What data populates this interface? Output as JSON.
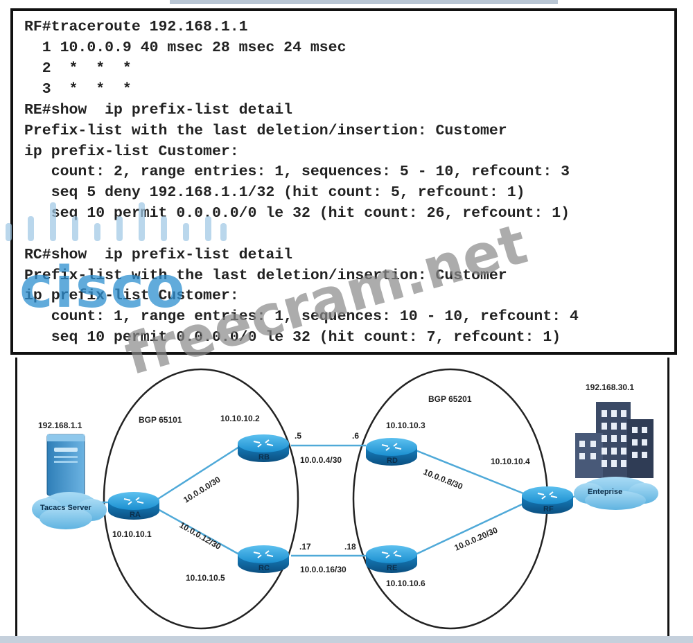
{
  "cli": {
    "lines": [
      "RF#traceroute 192.168.1.1",
      "  1 10.0.0.9 40 msec 28 msec 24 msec",
      "  2  *  *  *",
      "  3  *  *  *",
      "RE#show  ip prefix-list detail",
      "Prefix-list with the last deletion/insertion: Customer",
      "ip prefix-list Customer:",
      "   count: 2, range entries: 1, sequences: 5 - 10, refcount: 3",
      "   seq 5 deny 192.168.1.1/32 (hit count: 5, refcount: 1)",
      "   seq 10 permit 0.0.0.0/0 le 32 (hit count: 26, refcount: 1)",
      "RC#show  ip prefix-list detail",
      "Prefix-list with the last deletion/insertion: Customer",
      "ip prefix-list Customer:",
      "   count: 1, range entries: 1, sequences: 10 - 10, refcount: 4",
      "   seq 10 permit 0.0.0.0/0 le 32 (hit count: 7, refcount: 1)"
    ]
  },
  "diagram": {
    "as_left": "BGP 65101",
    "as_right": "BGP 65201",
    "server_ip": "192.168.1.1",
    "server_label": "Tacacs Server",
    "enterprise_ip": "192.168.30.1",
    "enterprise_label": "Enteprise",
    "routers": {
      "ra": {
        "label": "RA",
        "id": "10.10.10.1"
      },
      "rb": {
        "label": "RB",
        "id": "10.10.10.2"
      },
      "rc": {
        "label": "RC",
        "id": "10.10.10.5"
      },
      "rd": {
        "label": "RD",
        "id": "10.10.10.3"
      },
      "re": {
        "label": "RE",
        "id": "10.10.10.6"
      },
      "rf": {
        "label": "RF",
        "id": "10.10.10.4"
      }
    },
    "links": {
      "ra_rb": "10.0.0.0/30",
      "ra_rc": "10.0.0.12/30",
      "rb_rd": "10.0.0.4/30",
      "rc_re": "10.0.0.16/30",
      "rd_rf": "10.0.0.8/30",
      "re_rf": "10.0.0.20/30"
    },
    "if": {
      "rb": ".5",
      "rd": ".6",
      "rc": ".17",
      "re": ".18"
    }
  },
  "watermark": {
    "logo": "cisco",
    "site": "freecram.net"
  },
  "colors": {
    "router": "#1b8fd0",
    "router_dark": "#0d5f95",
    "link": "#4fa9d8",
    "cloud": "#7cc4ea",
    "building": "#3b4a66",
    "watermark": "#9a9a9a"
  }
}
